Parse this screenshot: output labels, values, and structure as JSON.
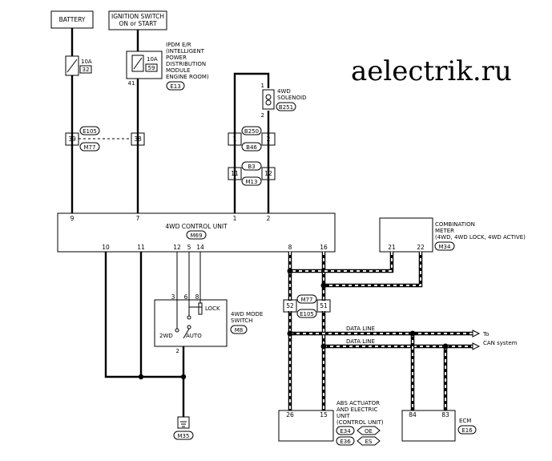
{
  "watermark": "aelectrik.ru",
  "components": {
    "battery": "BATTERY",
    "ignition_line1": "IGNITION SWITCH",
    "ignition_line2": "ON or START",
    "ipdm_lines": [
      "IPDM E/R",
      "(INTELLIGENT",
      "POWER",
      "DISTRIBUTION",
      "MODULE",
      "ENGINE ROOM)"
    ],
    "ipdm_code": "E13",
    "solenoid_lines": [
      "4WD",
      "SOLENOID"
    ],
    "solenoid_code": "B251",
    "control_unit": "4WD CONTROL UNIT",
    "control_unit_code": "M69",
    "combination_meter_lines": [
      "COMBINATION",
      "METER",
      "(4WD, 4WD LOCK, 4WD ACTIVE)"
    ],
    "combination_meter_code": "M34",
    "mode_switch_lines": [
      "4WD MODE",
      "SWITCH"
    ],
    "mode_switch_code": "M8",
    "abs_lines": [
      "ABS ACTUATOR",
      "AND ELECTRIC",
      "UNIT",
      "(CONTROL UNIT)"
    ],
    "abs_codes": [
      "E34",
      "E36"
    ],
    "abs_arrows": [
      "OE",
      "ES"
    ],
    "ecm": "ECM",
    "ecm_code": "E16",
    "ground_code": "M35"
  },
  "fuses": [
    {
      "rating": "10A",
      "number": "32"
    },
    {
      "rating": "10A",
      "number": "59"
    }
  ],
  "connectors": {
    "left_top": "E105",
    "left_bottom": "M77",
    "sol_a_top": "B250",
    "sol_a_bottom": "B46",
    "sol_b_top": "B3",
    "sol_b_bottom": "M13",
    "can_top": "M77",
    "can_bottom": "E105"
  },
  "pins": {
    "ipdm_out": "41",
    "conn_left_a": "39",
    "conn_left_b": "38",
    "sol_top": "1",
    "sol_bottom": "2",
    "sol_a_left": "1",
    "sol_a_right": "2",
    "sol_b_left": "11",
    "sol_b_right": "12",
    "cu_top": [
      "9",
      "7",
      "1",
      "2"
    ],
    "cu_bottom": [
      "10",
      "11",
      "12",
      "5",
      "14",
      "8",
      "16"
    ],
    "meter": [
      "21",
      "22"
    ],
    "switch_top": [
      "3",
      "6",
      "8"
    ],
    "switch_bottom": "2",
    "switch_labels": {
      "lock": "LOCK",
      "two_wd": "2WD",
      "auto": "AUTO"
    },
    "can_left": "52",
    "can_right": "51",
    "abs": [
      "26",
      "15"
    ],
    "ecm": [
      "84",
      "83"
    ]
  },
  "data_line": {
    "label": "DATA LINE",
    "to_line1": "To",
    "to_line2": "CAN system"
  }
}
